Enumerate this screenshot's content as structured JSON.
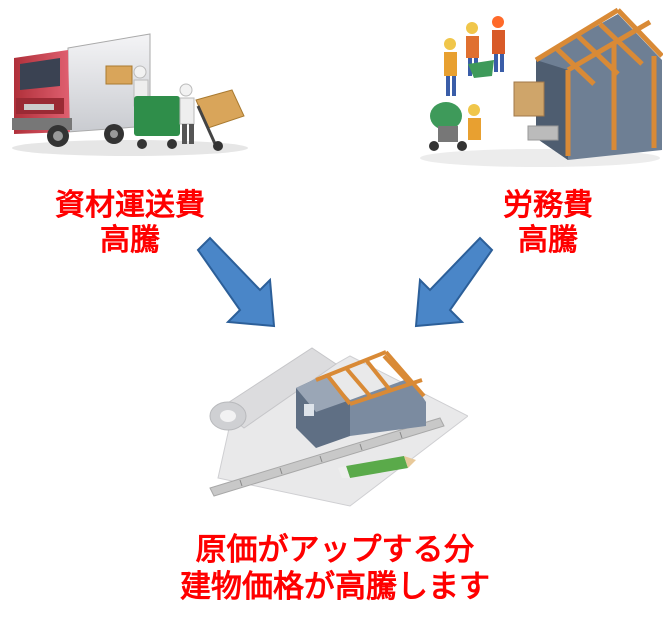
{
  "left_cost": {
    "line1": "資材運送費",
    "line2": "高騰"
  },
  "right_cost": {
    "line1": "労務費",
    "line2": "高騰"
  },
  "result": {
    "line1": "原価がアップする分",
    "line2": "建物価格が高騰します"
  },
  "colors": {
    "label": "#ff0000",
    "arrow": "#4a86c8"
  },
  "icons": {
    "truck": "delivery-truck-workers-icon",
    "construction": "construction-workers-house-frame-icon",
    "blueprint": "blueprint-house-model-icon",
    "arrow": "blue-arrow-icon"
  }
}
